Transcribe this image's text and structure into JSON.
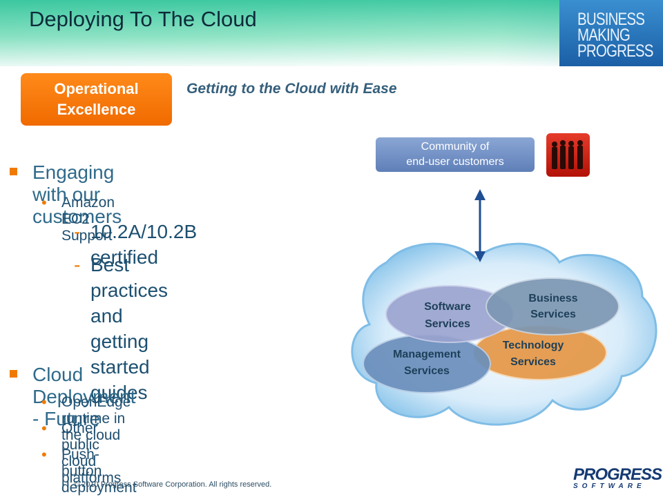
{
  "header": {
    "title": "Deploying To The Cloud",
    "brand_lines": [
      "BUSINESS",
      "MAKING",
      "PROGRESS"
    ]
  },
  "badge": {
    "line1": "Operational",
    "line2": "Excellence"
  },
  "subtitle": "Getting to the Cloud with Ease",
  "bullets": {
    "s1": "Engaging with our customers",
    "s1_sub": "Amazon EC2 Support",
    "s1_sub_items": [
      "10.2A/10.2B certified",
      "Best practices and getting",
      "started",
      "guides"
    ],
    "s2": "Cloud Deployment - Future",
    "s2_items": [
      "OpenEdge runtime in the cloud",
      "Other public cloud platforms",
      "Push-button deployment"
    ]
  },
  "diagram": {
    "community_line1": "Community of",
    "community_line2": "end-user customers",
    "software": [
      "Software",
      "Services"
    ],
    "business": [
      "Business",
      "Services"
    ],
    "technology": [
      "Technology",
      "Services"
    ],
    "management": [
      "Management",
      "Services"
    ],
    "people_icon": "group-of-people-icon"
  },
  "footer": {
    "copyright": "© 2010 Progress Software Corporation. All rights reserved.",
    "logo_main": "PROGRESS",
    "logo_sub": "SOFTWARE"
  },
  "colors": {
    "accent": "#f07a00",
    "heading": "#2f6a8a",
    "brand": "#1b5fa6"
  }
}
